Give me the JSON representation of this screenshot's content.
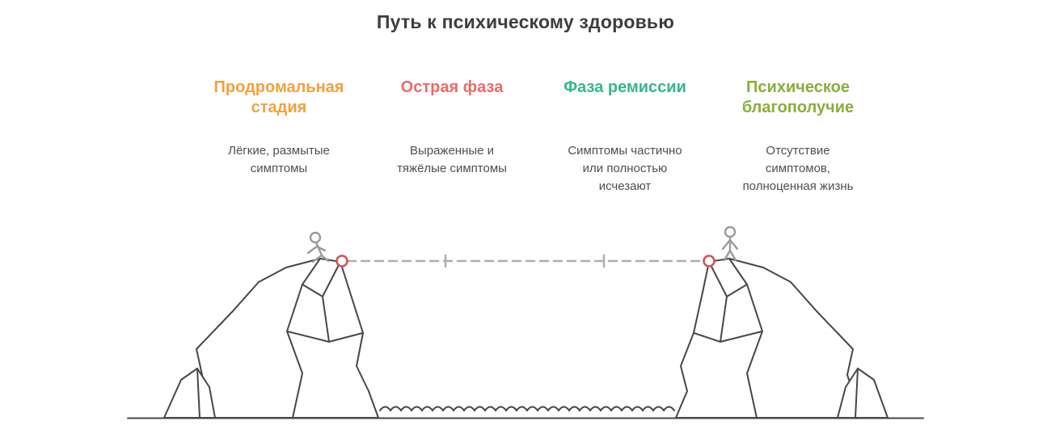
{
  "title": "Путь к психическому здоровью",
  "stages": [
    {
      "label": "Продромальная стадия",
      "description": "Лёгкие, размытые симптомы",
      "color": "#F2A13C"
    },
    {
      "label": "Острая фаза",
      "description": "Выраженные и тяжёлые симптомы",
      "color": "#EF6A64"
    },
    {
      "label": "Фаза ремиссии",
      "description": "Симптомы частично или полностью исчезают",
      "color": "#35B78C"
    },
    {
      "label": "Психическое благополучие",
      "description": "Отсутствие симптомов, полноценная жизнь",
      "color": "#8AAD3C"
    }
  ],
  "illustration": {
    "colors": {
      "outline": "#474747",
      "figure": "#9B9B9B",
      "rope": "#AEAEAE",
      "anchor": "#D65454"
    }
  }
}
